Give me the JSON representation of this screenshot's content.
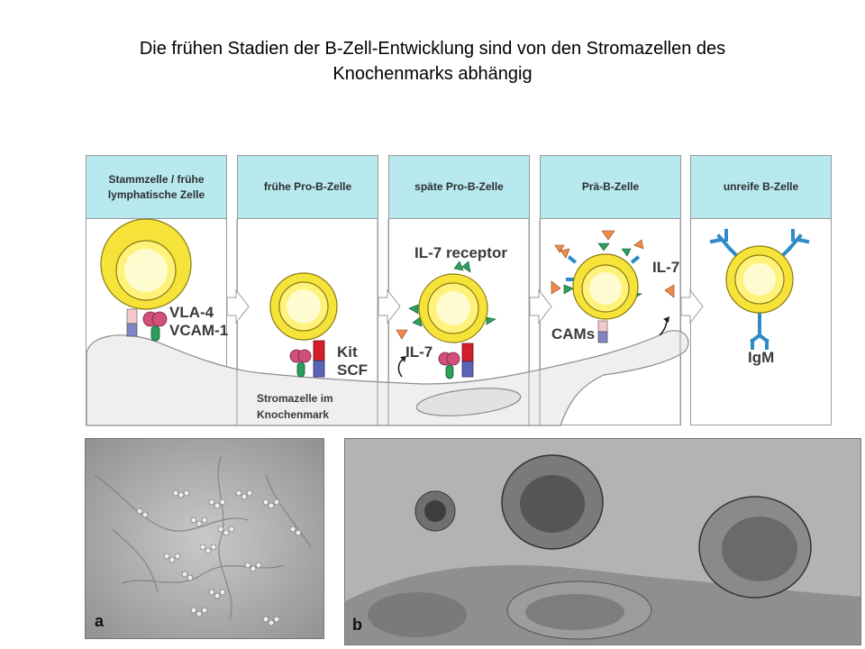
{
  "title": {
    "line1": "Die frühen Stadien der B-Zell-Entwicklung sind von den Stromazellen des",
    "line2": "Knochenmarks abhängig"
  },
  "stages": [
    {
      "label": "Stammzelle / frühe lymphatische Zelle"
    },
    {
      "label": "frühe Pro-B-Zelle"
    },
    {
      "label": "späte Pro-B-Zelle"
    },
    {
      "label": "Prä-B-Zelle"
    },
    {
      "label": "unreife B-Zelle"
    }
  ],
  "labels": {
    "vla4": "VLA-4",
    "vcam1": "VCAM-1",
    "kit": "Kit",
    "scf": "SCF",
    "il7_receptor": "IL-7 receptor",
    "il7_left": "IL-7",
    "il7_right": "IL-7",
    "cams": "CAMs",
    "igm": "IgM",
    "stroma": "Stromazelle im Knochenmark"
  },
  "micrographs": {
    "a": "a",
    "b": "b"
  },
  "colors": {
    "header_bg": "#b7e9ef",
    "cell_outer": "#f5e33a",
    "cell_core": "#fff27a",
    "stroma": "#efefef",
    "receptor_green": "#2aa05a",
    "integrin_pink": "#d0507a",
    "kit_red": "#d21f2a",
    "scf_blue": "#5a63b5",
    "il7_orange": "#f08a4b",
    "igm_blue": "#2f8bc8"
  }
}
